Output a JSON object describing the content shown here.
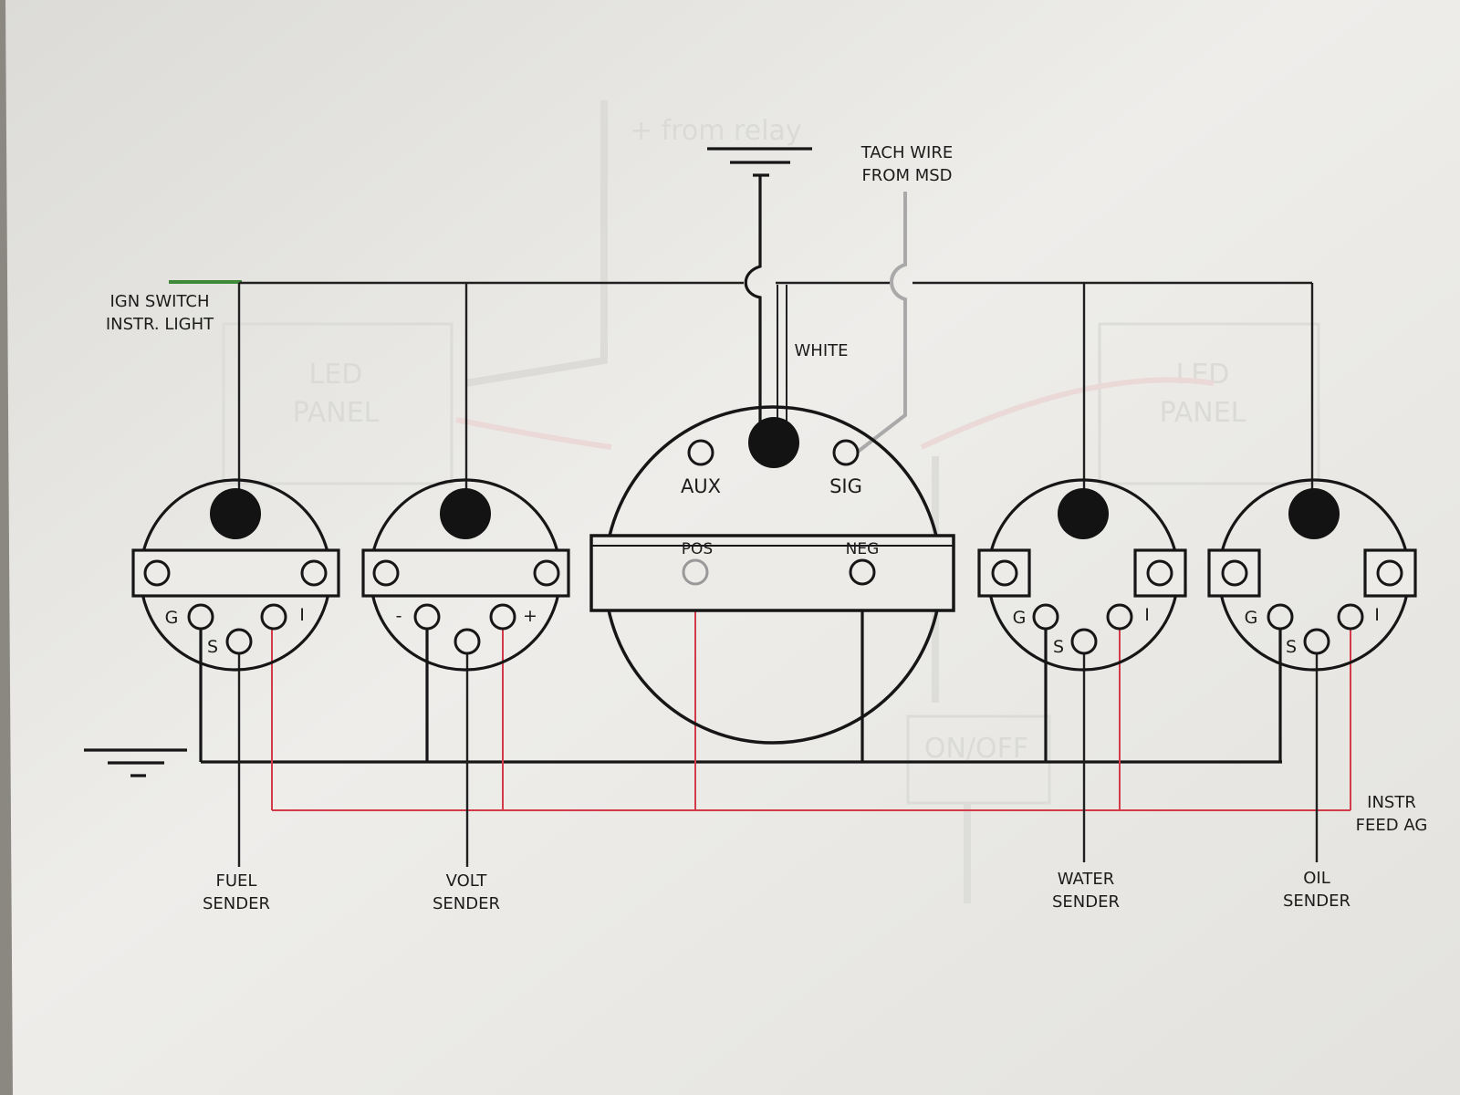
{
  "labels": {
    "ign_switch": [
      "IGN SWITCH",
      "INSTR. LIGHT"
    ],
    "tach_wire": [
      "TACH WIRE",
      "FROM MSD"
    ],
    "white": "WHITE",
    "aux": "AUX",
    "sig": "SIG",
    "pos": "POS",
    "neg": "NEG",
    "instr_feed": [
      "INSTR",
      "FEED AG"
    ],
    "fuel_sender": [
      "FUEL",
      "SENDER"
    ],
    "volt_sender": [
      "VOLT",
      "SENDER"
    ],
    "water_sender": [
      "WATER",
      "SENDER"
    ],
    "oil_sender": [
      "OIL",
      "SENDER"
    ]
  },
  "gauge_terminals": {
    "fuel": {
      "g": "G",
      "s": "S",
      "i": "I"
    },
    "volt": {
      "neg": "-",
      "pos": "+"
    },
    "water": {
      "g": "G",
      "s": "S",
      "i": "I"
    },
    "oil": {
      "g": "G",
      "s": "S",
      "i": "I"
    }
  },
  "bleed_through": {
    "from_relay": "+ from relay",
    "led_panel_left": [
      "LED",
      "PANEL"
    ],
    "led_panel_right": [
      "LED",
      "PANEL"
    ],
    "on_off": "ON/OFF"
  },
  "colors": {
    "ign_wire": "#3e8a3a",
    "feed_wire": "#d33a4a",
    "tach_wire": "#a9a9a9",
    "ink": "#161616",
    "paper": "#e9e8e5"
  }
}
